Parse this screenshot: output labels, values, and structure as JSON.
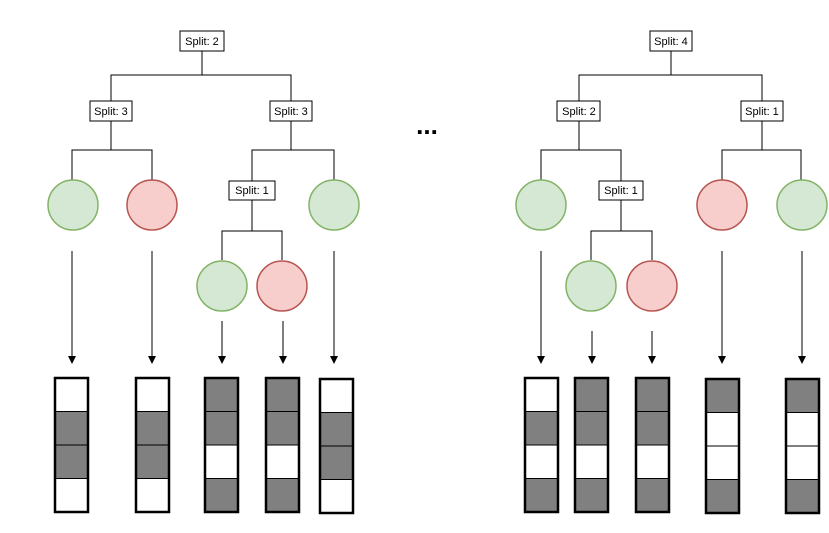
{
  "colors": {
    "leaf_green_fill": "#d5e8d4",
    "leaf_green_stroke": "#82b366",
    "leaf_red_fill": "#f8cecc",
    "leaf_red_stroke": "#b85450",
    "cell_dark": "#808080",
    "cell_light": "#ffffff",
    "line": "#000000"
  },
  "ellipsis": "...",
  "trees": [
    {
      "splits": [
        "Split: 2",
        "Split: 3",
        "Split: 3",
        "Split: 1"
      ],
      "leaves": [
        "green",
        "red",
        "green",
        "red",
        "green"
      ],
      "columns": [
        [
          "light",
          "dark",
          "dark",
          "light"
        ],
        [
          "light",
          "dark",
          "dark",
          "light"
        ],
        [
          "dark",
          "dark",
          "light",
          "dark"
        ],
        [
          "dark",
          "dark",
          "light",
          "dark"
        ],
        [
          "light",
          "dark",
          "dark",
          "light"
        ]
      ]
    },
    {
      "splits": [
        "Split: 4",
        "Split: 2",
        "Split: 1",
        "Split: 1"
      ],
      "leaves": [
        "green",
        "green",
        "red",
        "red",
        "green"
      ],
      "columns": [
        [
          "light",
          "dark",
          "light",
          "dark"
        ],
        [
          "dark",
          "dark",
          "light",
          "dark"
        ],
        [
          "dark",
          "dark",
          "light",
          "dark"
        ],
        [
          "dark",
          "light",
          "light",
          "dark"
        ],
        [
          "dark",
          "light",
          "light",
          "dark"
        ]
      ]
    }
  ]
}
